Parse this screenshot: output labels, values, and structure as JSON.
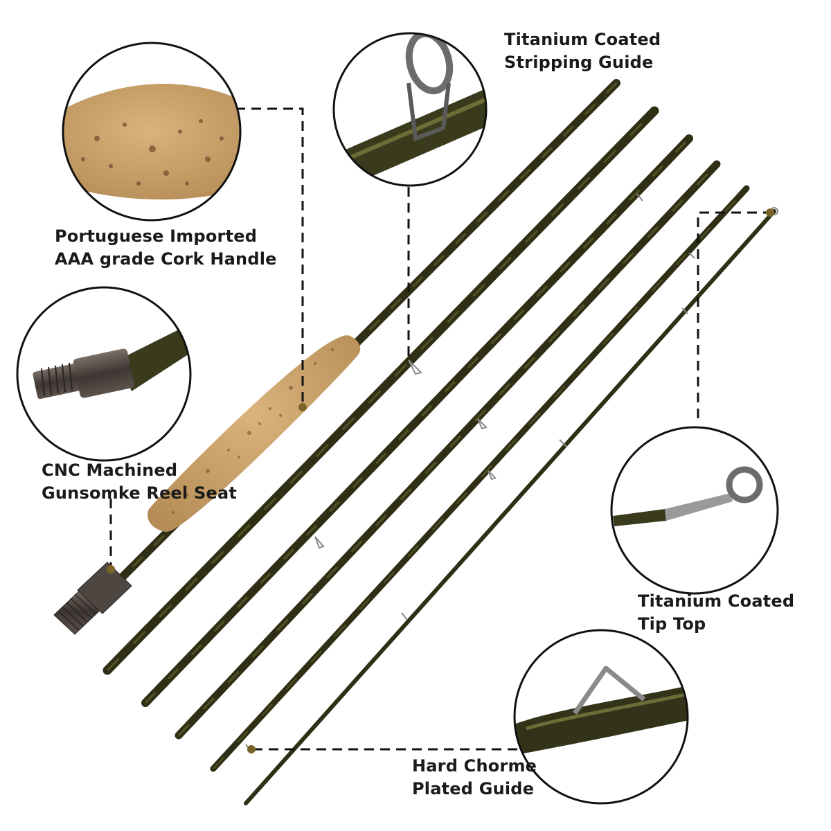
{
  "labels": {
    "stripping_guide": [
      "Titanium Coated",
      "Stripping Guide"
    ],
    "cork_handle": [
      "Portuguese Imported",
      "AAA grade Cork Handle"
    ],
    "reel_seat": [
      "CNC Machined",
      "Gunsomke Reel Seat"
    ],
    "tip_top": [
      "Titanium Coated",
      "Tip Top"
    ],
    "chrome_guide": [
      "Hard Chorme",
      "Plated Guide"
    ]
  },
  "colors": {
    "background": "#ffffff",
    "rod_blank": "#3a3a1c",
    "rod_camo": "#5c5a2a",
    "cork": "#c8a06a",
    "reel_seat_metal": "#4a423c",
    "callout_line": "#111111"
  }
}
